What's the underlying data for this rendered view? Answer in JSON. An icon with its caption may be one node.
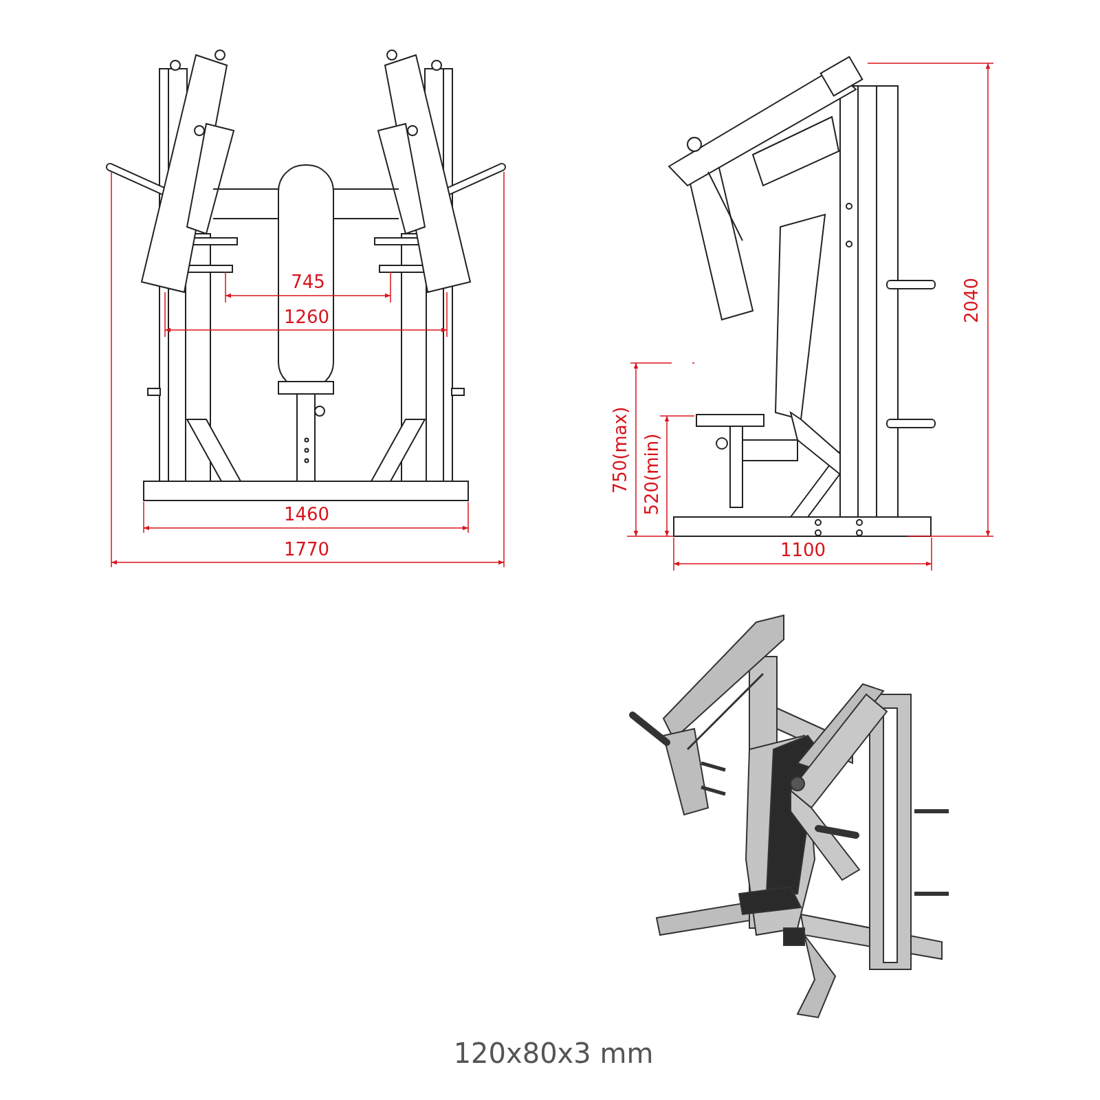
{
  "diagram": {
    "labels": [
      "745",
      "1260",
      "1460",
      "1770",
      "750(max)",
      "520(min)",
      "2040",
      "1100",
      "120x80x3 mm"
    ]
  }
}
